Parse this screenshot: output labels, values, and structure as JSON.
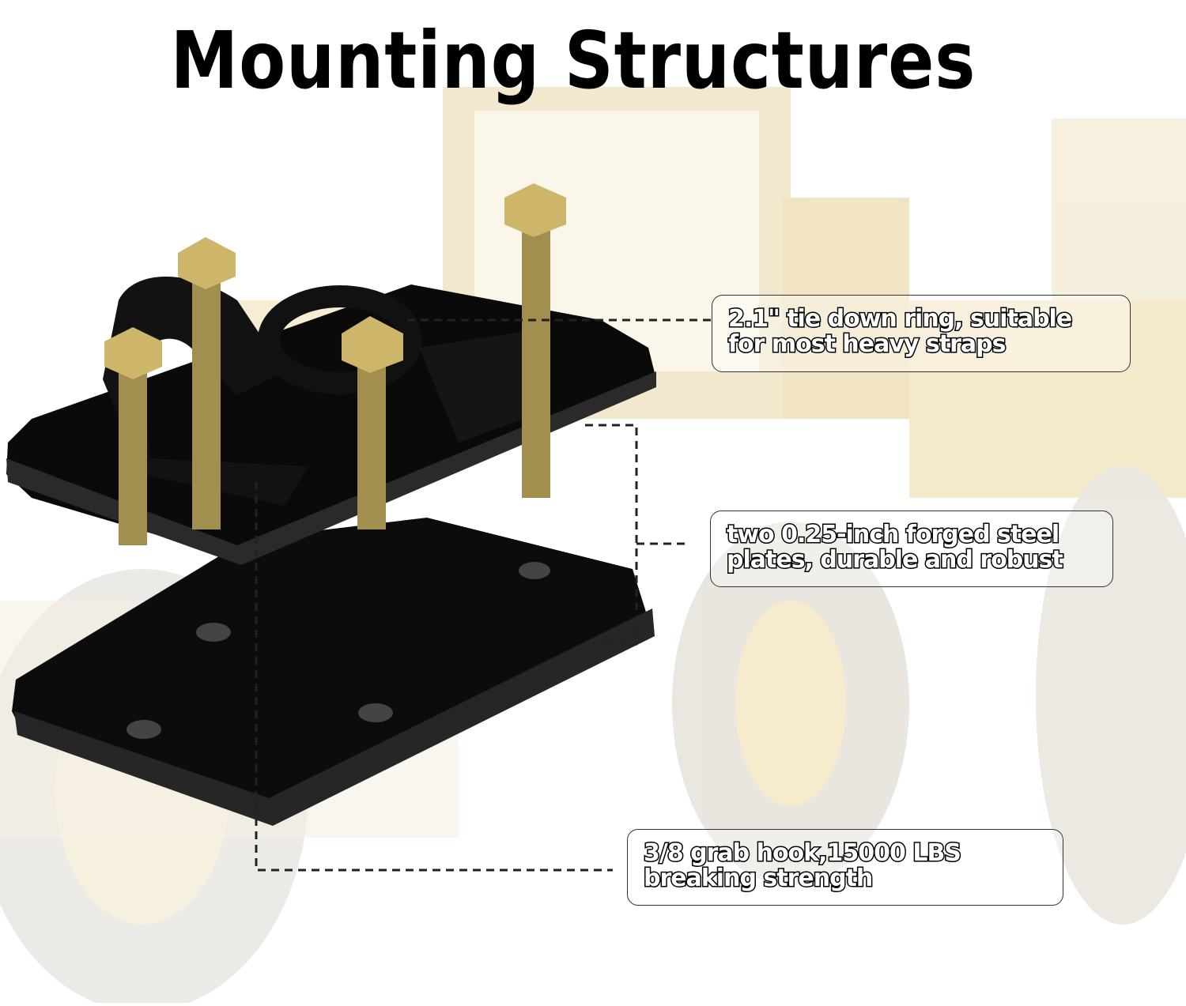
{
  "title": "Mounting Structures",
  "callouts": {
    "ring": {
      "lines": [
        "2.1\"  tie down ring, suitable",
        "for most heavy straps"
      ]
    },
    "plates": {
      "lines": [
        "two 0.25-inch forged steel",
        "plates, durable and robust"
      ]
    },
    "hook": {
      "lines": [
        "3/8 grab hook,15000 LBS",
        "breaking strength"
      ]
    }
  },
  "colors": {
    "loader_body": "#f3e0b0",
    "plate": "#0d0d0d",
    "bolt": "#b9a25a",
    "dashed_line": "#222222"
  }
}
